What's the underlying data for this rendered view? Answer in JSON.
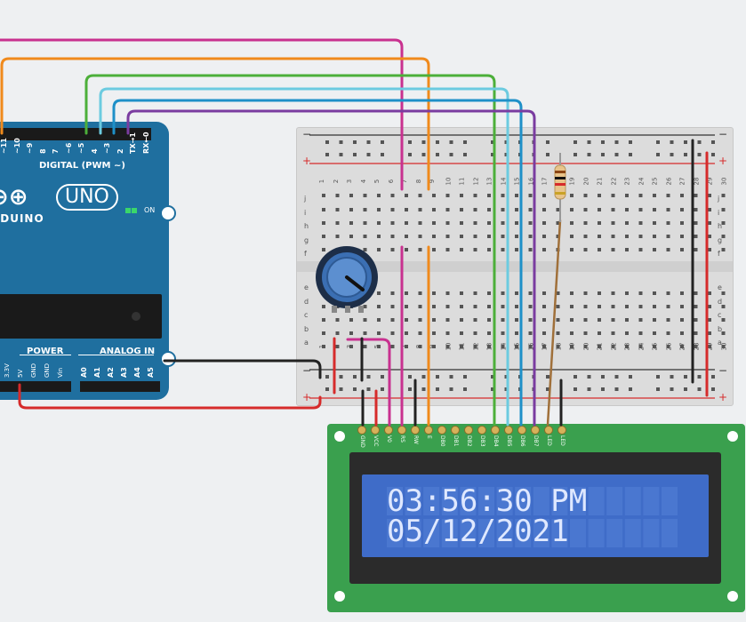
{
  "arduino": {
    "brand": "RDUINO",
    "model": "UNO",
    "header_digital": "DIGITAL (PWM ~)",
    "digital_pins": [
      "~11",
      "~10",
      "~9",
      "8",
      "7",
      "~6",
      "~5",
      "4",
      "~3",
      "2",
      "TX→1",
      "RX←0"
    ],
    "power_label": "POWER",
    "analog_label": "ANALOG IN",
    "power_pins": [
      "3.3V",
      "5V",
      "GND",
      "GND",
      "Vin"
    ],
    "analog_pins": [
      "A0",
      "A1",
      "A2",
      "A3",
      "A4",
      "A5"
    ],
    "on_label": "ON"
  },
  "breadboard": {
    "row_letters_top": [
      "j",
      "i",
      "h",
      "g",
      "f"
    ],
    "row_letters_bottom": [
      "e",
      "d",
      "c",
      "b",
      "a"
    ],
    "columns": [
      "1",
      "2",
      "3",
      "4",
      "5",
      "6",
      "7",
      "8",
      "9",
      "10",
      "11",
      "12",
      "13",
      "14",
      "15",
      "16",
      "17",
      "18",
      "19",
      "20",
      "21",
      "22",
      "23",
      "24",
      "25",
      "26",
      "27",
      "28",
      "29",
      "30"
    ],
    "minus": "−",
    "plus": "+"
  },
  "lcd": {
    "pins": [
      "GND",
      "VCC",
      "V0",
      "RS",
      "RW",
      "E",
      "DB0",
      "DB1",
      "DB2",
      "DB3",
      "DB4",
      "DB5",
      "DB6",
      "DB7",
      "LED",
      "LED"
    ],
    "line1": "03:56:30 PM",
    "line2": "05/12/2021"
  },
  "colors": {
    "magenta": "#c8318f",
    "orange": "#f08a1c",
    "green": "#4caf3a",
    "lightblue": "#6ccbe0",
    "blue": "#1e90c8",
    "purple": "#7a3ca0",
    "red": "#d62b2b",
    "black": "#222222",
    "brown": "#a0703a"
  }
}
